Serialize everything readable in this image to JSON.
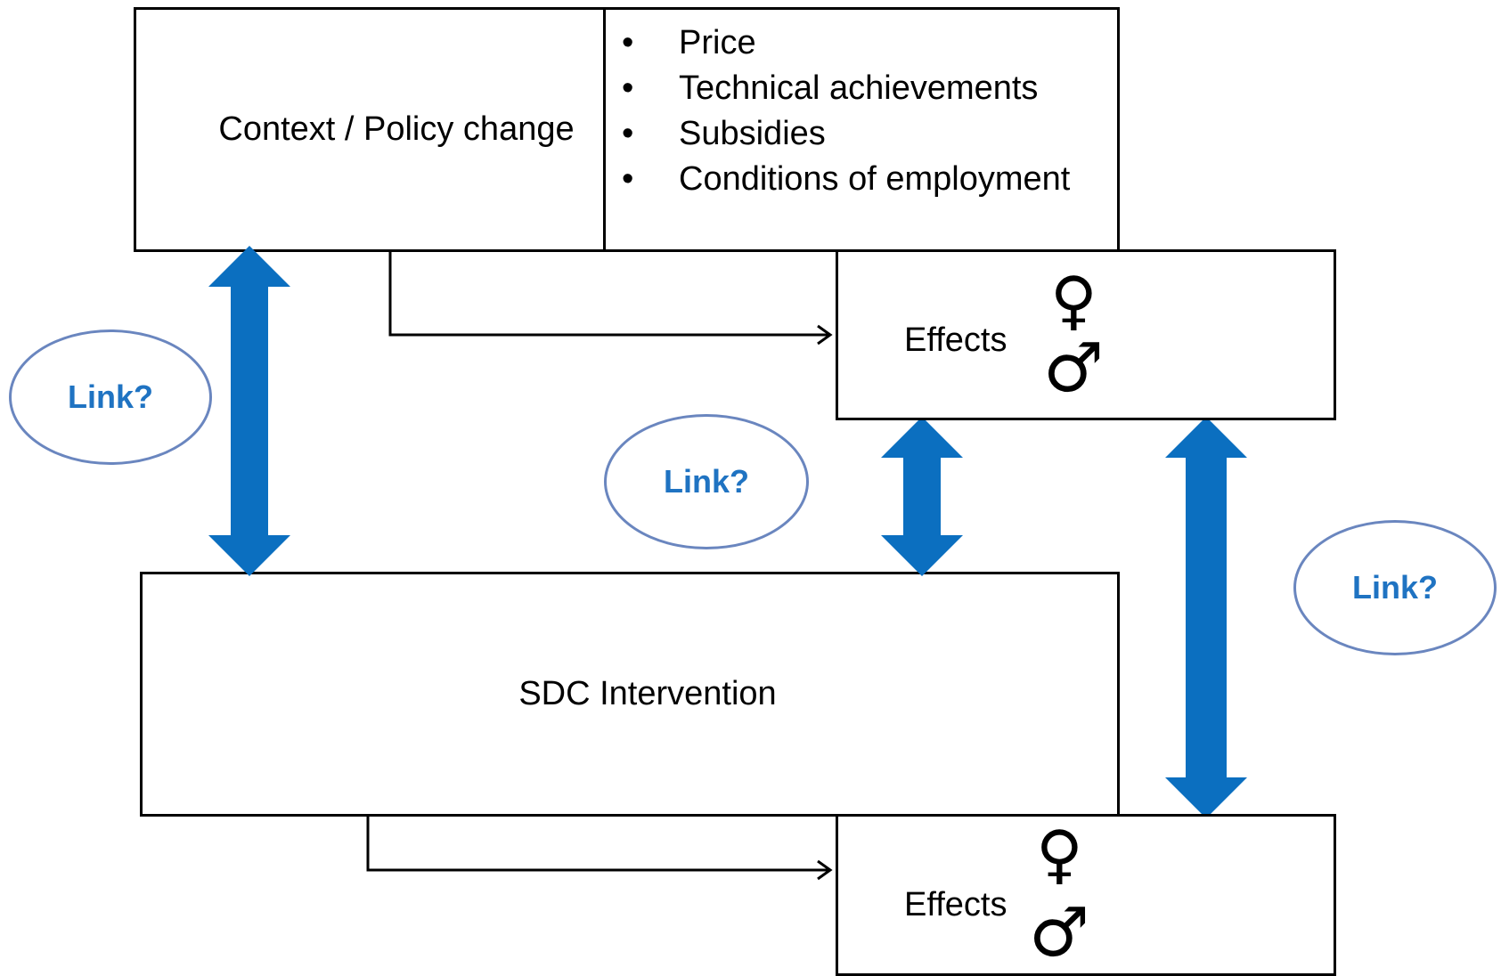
{
  "context_box": {
    "label": "Context / Policy change"
  },
  "factors": {
    "items": [
      "Price",
      "Technical achievements",
      "Subsidies",
      "Conditions of employment"
    ]
  },
  "effects_top": {
    "label": "Effects",
    "female_symbol": "♀",
    "male_symbol": "♂"
  },
  "effects_bottom": {
    "label": "Effects",
    "female_symbol": "♀",
    "male_symbol": "♂"
  },
  "intervention_box": {
    "label": "SDC Intervention"
  },
  "links": {
    "left": "Link?",
    "center": "Link?",
    "right": "Link?"
  },
  "colors": {
    "arrow": "#0b6fc0",
    "link_text": "#1f73c2",
    "ellipse_border": "#6a86bf",
    "smiley": "#f2d500"
  },
  "icons": [
    "sad-face-icon",
    "happy-face-icon",
    "female-symbol-icon",
    "male-symbol-icon",
    "double-arrow-icon"
  ]
}
